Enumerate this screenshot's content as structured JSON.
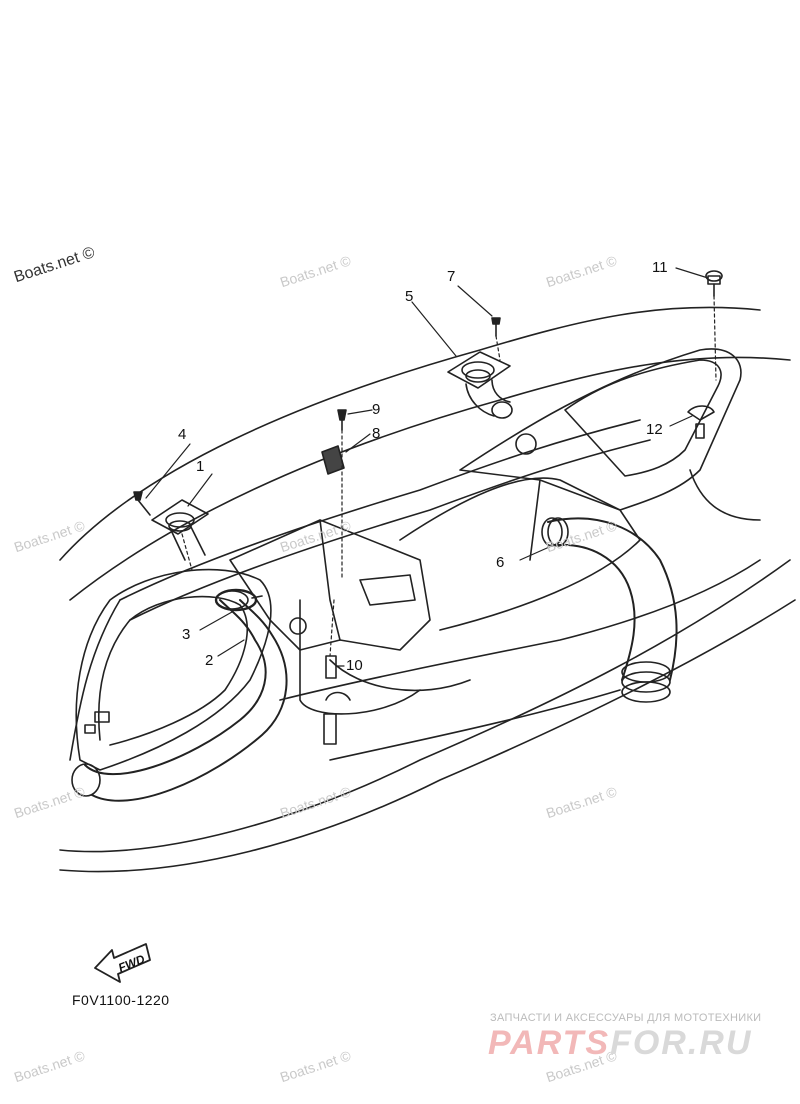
{
  "watermark": "Boats.net ©",
  "callouts": {
    "c1": "1",
    "c2": "2",
    "c3": "3",
    "c4": "4",
    "c5": "5",
    "c6": "6",
    "c7": "7",
    "c8": "8",
    "c9": "9",
    "c10": "10",
    "c11": "11",
    "c12": "12"
  },
  "fwd": "FWD",
  "figure_code": "F0V1100-1220",
  "footer": {
    "subtitle": "ЗАПЧАСТИ И АКСЕССУАРЫ ДЛЯ МОТОТЕХНИКИ",
    "logo_part1": "PARTS",
    "logo_part2": "FOR.RU"
  }
}
